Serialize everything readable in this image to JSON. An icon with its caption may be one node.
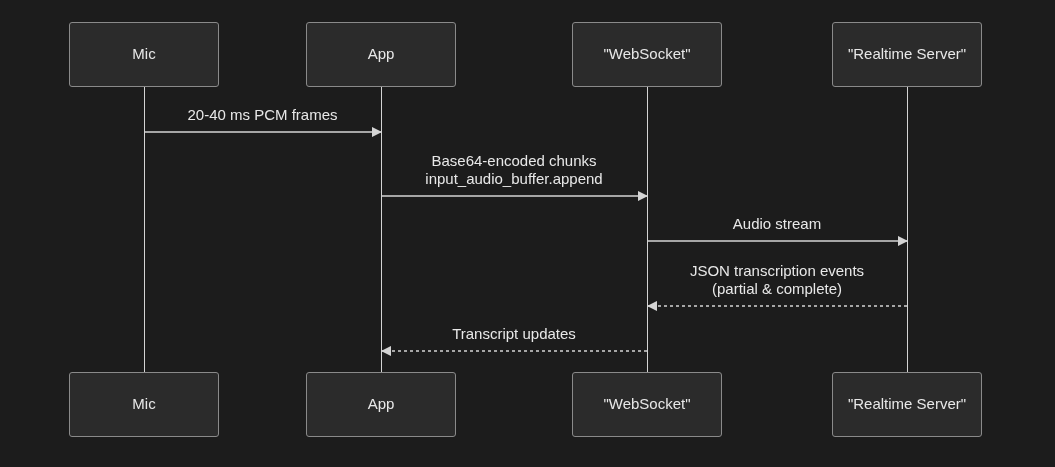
{
  "diagram": {
    "nodes": [
      {
        "text": [
          "Mic"
        ]
      },
      {
        "text": [
          "App"
        ]
      },
      {
        "text": [
          "\"WebSocket\""
        ]
      },
      {
        "text": [
          "\"Realtime Server\""
        ]
      },
      {
        "text": [],
        "shape": "line"
      },
      {
        "text": [],
        "shape": "line"
      },
      {
        "text": [],
        "shape": "line"
      },
      {
        "text": [],
        "shape": "line"
      },
      {
        "text": [
          "Mic"
        ]
      },
      {
        "text": [
          "App"
        ]
      },
      {
        "text": [
          "\"WebSocket\""
        ]
      },
      {
        "text": [
          "\"Realtime Server\""
        ]
      }
    ],
    "edges": [
      {
        "from": 4,
        "to": 5,
        "arrow": "to",
        "label": "20-40 ms PCM frames"
      },
      {
        "from": 5,
        "to": 6,
        "arrow": "to",
        "label": "Base64-encoded chunks input_audio_buffer.append"
      },
      {
        "from": 6,
        "to": 7,
        "arrow": "to",
        "label": "Audio stream"
      },
      {
        "from": 7,
        "to": 6,
        "arrow": "to",
        "style": "dashed",
        "label": "JSON transcription events (partial & complete)"
      },
      {
        "from": 6,
        "to": 5,
        "arrow": "to",
        "style": "dashed",
        "label": "Transcript updates"
      }
    ]
  }
}
